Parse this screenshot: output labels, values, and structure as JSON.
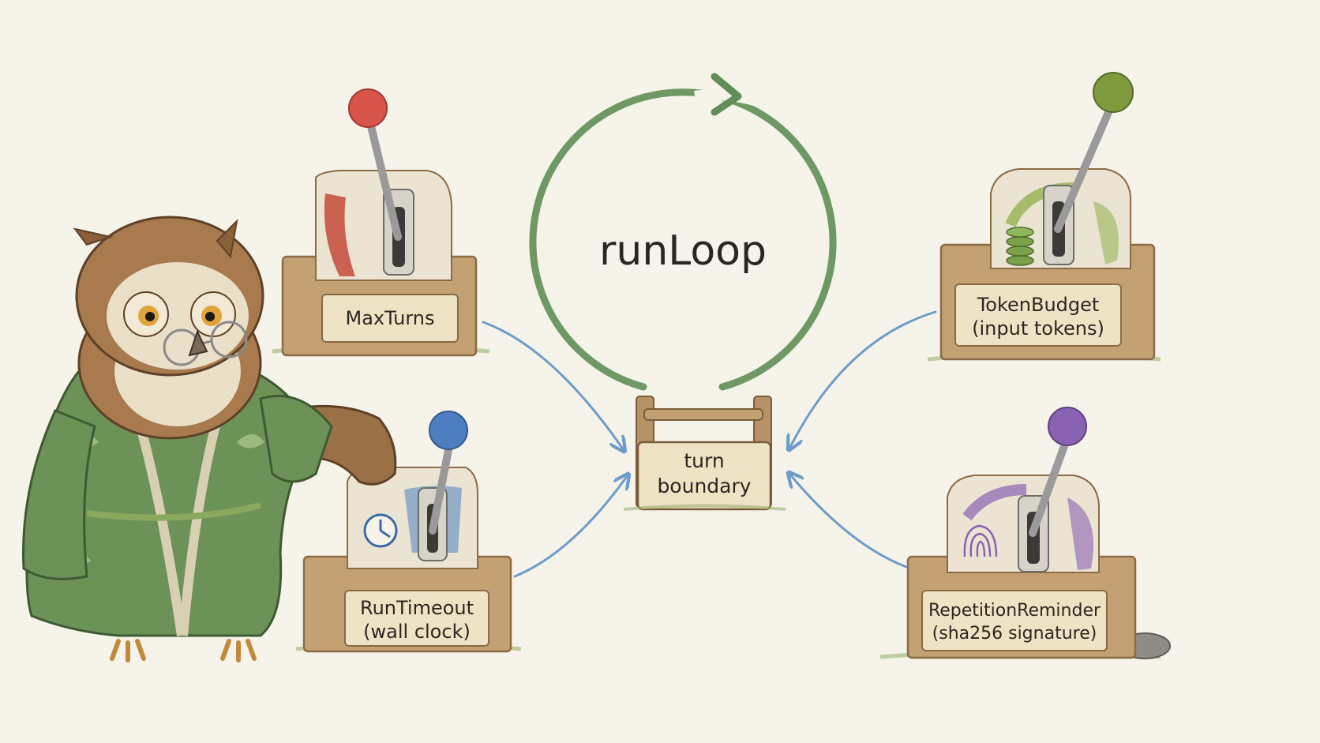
{
  "diagram": {
    "loop_title": "runLoop",
    "boundary": {
      "line1": "turn",
      "line2": "boundary"
    },
    "levers": {
      "max_turns": {
        "line1": "MaxTurns",
        "knob_color": "#d9544a",
        "accent": "#c64a3a"
      },
      "run_timeout": {
        "line1": "RunTimeout",
        "line2": "(wall clock)",
        "knob_color": "#4d7fc0",
        "accent": "#4d7fc0"
      },
      "token_budget": {
        "line1": "TokenBudget",
        "line2": "(input tokens)",
        "knob_color": "#7f9a3c",
        "accent": "#8fae4a"
      },
      "repetition_reminder": {
        "line1": "RepetitionReminder",
        "line2": "(sha256 signature)",
        "knob_color": "#8a62b3",
        "accent": "#8a62b3"
      }
    },
    "colors": {
      "loop_arrow": "#5f8f55",
      "flow_arrows": "#6d9cc9",
      "wood": "#c4a172",
      "wood_dark": "#8a6b45",
      "plaque": "#efe3c6"
    },
    "mascot": {
      "name": "owl-icon",
      "robe": "#6d9258"
    }
  }
}
